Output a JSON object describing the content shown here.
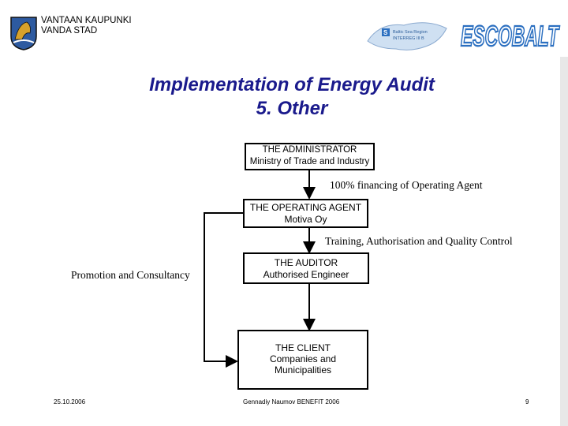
{
  "header": {
    "org_line1": "VANTAAN KAUPUNKI",
    "org_line2": "VANDA STAD",
    "interreg_text": "Baltic Sea Region INTERREG III B",
    "escobalt_logo": "ESCOBALT"
  },
  "title": {
    "line1": "Implementation of Energy Audit",
    "line2": "5. Other"
  },
  "diagram": {
    "administrator": {
      "line1": "THE ADMINISTRATOR",
      "line2": "Ministry of Trade and Industry"
    },
    "financing_label": "100% financing of Operating Agent",
    "operating_agent": {
      "line1": "THE OPERATING AGENT",
      "line2": "Motiva Oy"
    },
    "training_label": "Training, Authorisation and Quality Control",
    "promotion_label": "Promotion and Consultancy",
    "auditor": {
      "line1": "THE AUDITOR",
      "line2": "Authorised Engineer"
    },
    "client": {
      "line1": "THE CLIENT",
      "line2": "Companies and",
      "line3": "Municipalities"
    }
  },
  "footer": {
    "date": "25.10.2006",
    "author": "Gennadiy Naumov   BENEFIT 2006",
    "page": "9"
  },
  "colors": {
    "title": "#1a1a8c",
    "logo_blue": "#2b6fc0"
  }
}
